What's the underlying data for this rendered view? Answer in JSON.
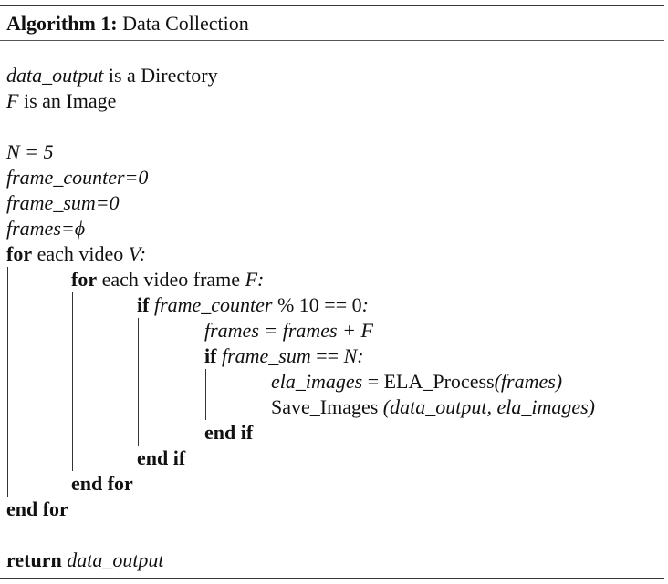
{
  "algorithm": {
    "label": "Algorithm 1:",
    "title": "Data Collection"
  },
  "declarations": {
    "data_output_var": "data_output",
    "data_output_desc": " is a Directory",
    "f_var": "F",
    "f_desc": " is an Image"
  },
  "init": {
    "n": "N = 5",
    "frame_counter": "frame_counter=0",
    "frame_sum": "frame_sum=0",
    "frames": "frames=ϕ"
  },
  "loop1": {
    "kw": "for",
    "text": " each video ",
    "var": "V:"
  },
  "loop2": {
    "kw": "for",
    "text": " each video frame ",
    "var": "F:"
  },
  "if1": {
    "kw": "if",
    "var": " frame_counter",
    "text": " % 10 == 0",
    "colon": ":"
  },
  "assign1": {
    "text": "frames = frames + F"
  },
  "if2": {
    "kw": "if",
    "var": " frame_sum",
    "text": " == ",
    "var2": "N:"
  },
  "ela": {
    "var": "ela_images",
    "eq": " = ELA_Process",
    "arg": "(frames)"
  },
  "save": {
    "func": "Save_Images ",
    "args": "(data_output, ela_images)"
  },
  "end_if2": "end if",
  "end_if1": "end if",
  "end_for2": "end for",
  "end_for1": "end for",
  "ret": {
    "kw": "return",
    "var": " data_output"
  }
}
